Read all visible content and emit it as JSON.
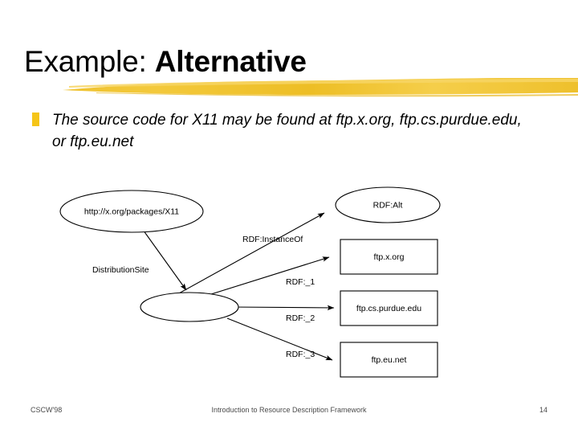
{
  "slide": {
    "title_regular": "Example:",
    "title_bold": "Alternative",
    "accent_color": "#EFC02B",
    "bullet_color": "#F5C518"
  },
  "bullet": {
    "marker": "square-bullet-icon",
    "text": "The source code for X11 may be found at ftp.x.org, ftp.cs.purdue.edu, or ftp.eu.net"
  },
  "diagram": {
    "nodes": [
      {
        "id": "subject",
        "shape": "ellipse",
        "label": "http://x.org/packages/X11"
      },
      {
        "id": "alt-type",
        "shape": "ellipse",
        "label": "RDF:Alt"
      },
      {
        "id": "anon-bag",
        "shape": "ellipse",
        "label": ""
      },
      {
        "id": "value-1",
        "shape": "rectangle",
        "label": "ftp.x.org"
      },
      {
        "id": "value-2",
        "shape": "rectangle",
        "label": "ftp.cs.purdue.edu"
      },
      {
        "id": "value-3",
        "shape": "rectangle",
        "label": "ftp.eu.net"
      }
    ],
    "edges": [
      {
        "id": "edge-distributionsite",
        "from": "subject",
        "to": "anon-bag",
        "label": "DistributionSite"
      },
      {
        "id": "edge-instanceof",
        "from": "anon-bag",
        "to": "alt-type",
        "label": "RDF:InstanceOf"
      },
      {
        "id": "edge-1",
        "from": "anon-bag",
        "to": "value-1",
        "label": "RDF:_1"
      },
      {
        "id": "edge-2",
        "from": "anon-bag",
        "to": "value-2",
        "label": "RDF:_2"
      },
      {
        "id": "edge-3",
        "from": "anon-bag",
        "to": "value-3",
        "label": "RDF:_3"
      }
    ]
  },
  "footer": {
    "left": "CSCW'98",
    "center": "Introduction to Resource Description Framework",
    "page": "14"
  }
}
